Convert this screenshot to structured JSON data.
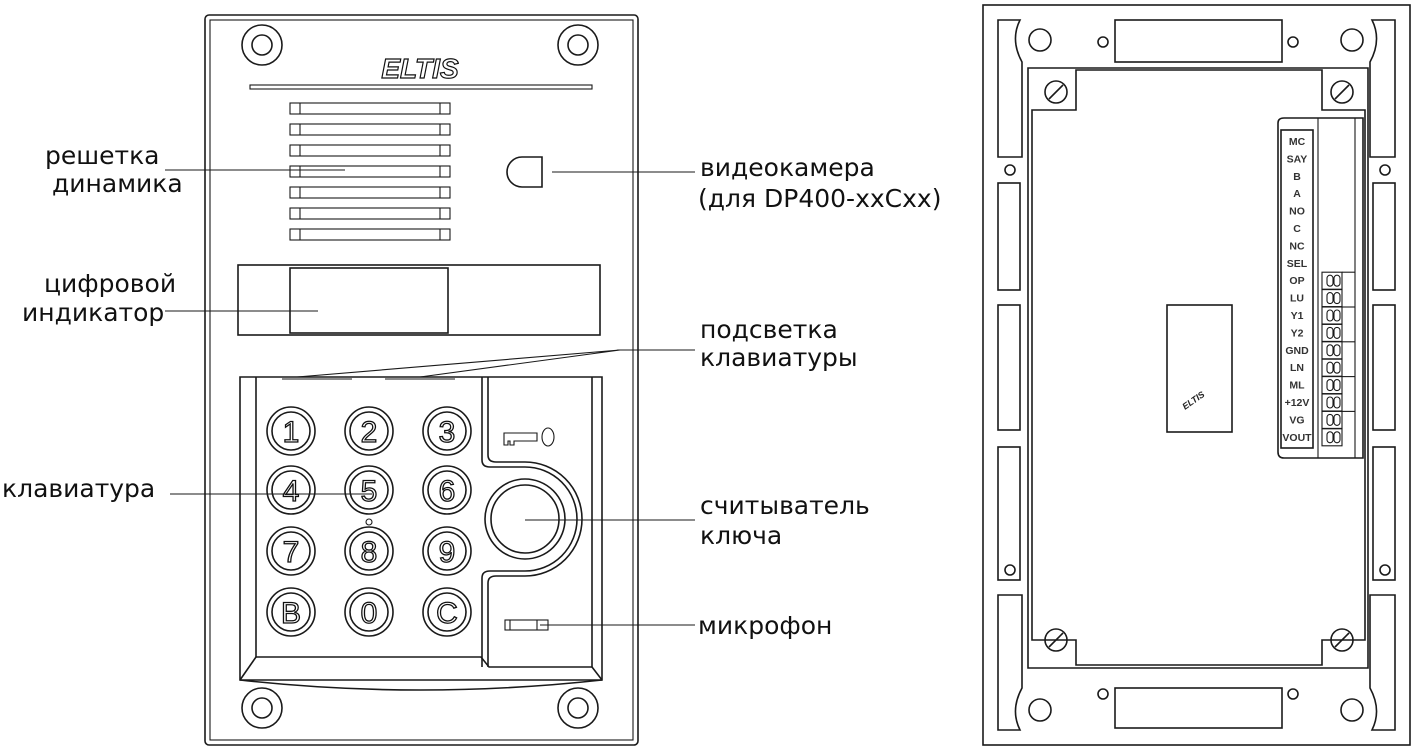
{
  "front_panel": {
    "brand": "ELTIS",
    "keys": [
      "1",
      "2",
      "3",
      "4",
      "5",
      "6",
      "7",
      "8",
      "9",
      "B",
      "0",
      "C"
    ]
  },
  "callouts": {
    "speaker_grille": [
      "решетка",
      "динамика"
    ],
    "digital_indicator": [
      "цифровой",
      "индикатор"
    ],
    "keypad": [
      "клавиатура"
    ],
    "video_camera": [
      "видеокамера",
      "(для DP400-xxCxx)"
    ],
    "keypad_backlight": [
      "подсветка",
      "клавиатуры"
    ],
    "key_reader": [
      "считыватель",
      "ключа"
    ],
    "microphone": [
      "микрофон"
    ]
  },
  "back_panel": {
    "brand": "ELTIS",
    "terminals": [
      "MC",
      "SAY",
      "B",
      "A",
      "NO",
      "C",
      "NC",
      "SEL",
      "OP",
      "LU",
      "Y1",
      "Y2",
      "GND",
      "LN",
      "ML",
      "+12V",
      "VG",
      "VOUT"
    ]
  }
}
